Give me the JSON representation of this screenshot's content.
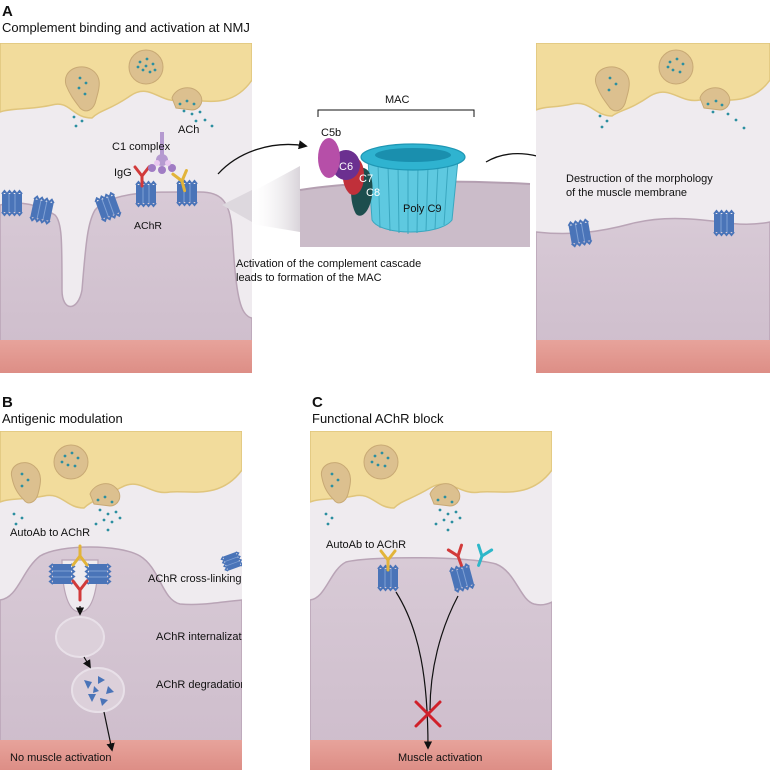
{
  "panels": {
    "a": {
      "letter": "A",
      "title": "Complement binding and activation at NMJ",
      "labels": {
        "c1_complex": "C1 complex",
        "igg": "IgG",
        "ach": "ACh",
        "achr": "AChR",
        "mac": "MAC",
        "c5b": "C5b",
        "c6": "C6",
        "c7": "C7",
        "c8": "C8",
        "poly_c9": "Poly C9",
        "activation_line1": "Activation of the complement cascade",
        "activation_line2": "leads to formation of the MAC",
        "destruction_line1": "Destruction of the morphology",
        "destruction_line2": "of the muscle membrane"
      }
    },
    "b": {
      "letter": "B",
      "title": "Antigenic modulation",
      "labels": {
        "autoab": "AutoAb to AChR",
        "crosslinking": "AChR cross-linking",
        "internalization": "AChR internalization",
        "degradation": "AChR degradation",
        "outcome": "No muscle activation"
      }
    },
    "c": {
      "letter": "C",
      "title": "Functional AChR block",
      "labels": {
        "autoab": "AutoAb to AChR",
        "outcome": "Muscle activation"
      }
    }
  },
  "colors": {
    "nerve": "#f2dc9c",
    "nerve_edge": "#e0c57c",
    "vesicle": "#d9b98a",
    "ach_dot": "#2c8fa0",
    "background": "#efebef",
    "muscle": "#d6c7d4",
    "muscle_edge": "#b9a4b6",
    "muscle_base": "#e39a93",
    "receptor": "#4a74b8",
    "antibody_red": "#d23a3a",
    "antibody_yellow": "#e2b43a",
    "antibody_cyan": "#2db7c9",
    "c1": "#b59ad0",
    "c5b": "#b64fa8",
    "c6": "#6b3090",
    "c7": "#c0303a",
    "c8": "#1d4e4e",
    "c9": "#5ec9e0",
    "block_x": "#d0202a"
  }
}
